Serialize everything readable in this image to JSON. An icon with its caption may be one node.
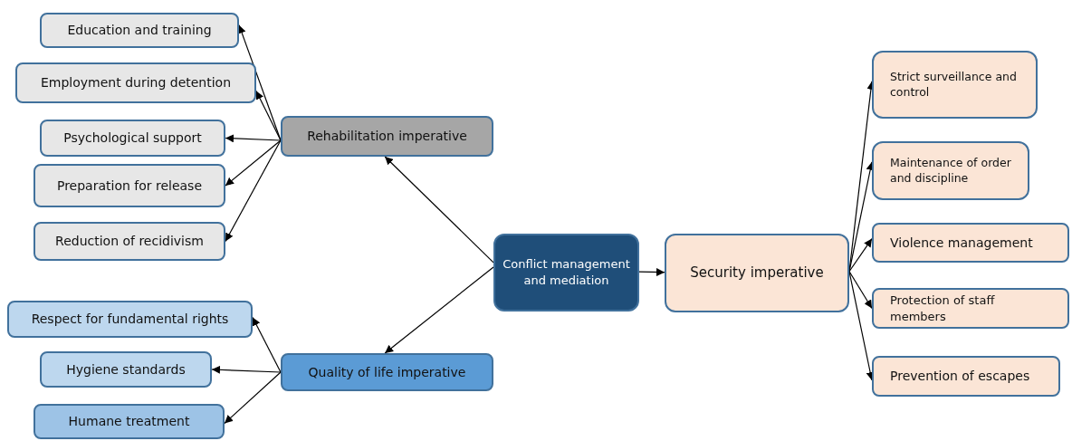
{
  "diagram": {
    "nodes": [
      {
        "text": [
          "Conflict management and mediation"
        ]
      },
      {
        "text": [
          "Rehabilitation imperative"
        ]
      },
      {
        "text": [
          "Education and training"
        ]
      },
      {
        "text": [
          "Employment during detention"
        ]
      },
      {
        "text": [
          "Psychological support"
        ]
      },
      {
        "text": [
          "Preparation for release"
        ]
      },
      {
        "text": [
          "Reduction of recidivism"
        ]
      },
      {
        "text": [
          "Quality of life imperative"
        ]
      },
      {
        "text": [
          "Respect for fundamental rights"
        ]
      },
      {
        "text": [
          "Hygiene standards"
        ]
      },
      {
        "text": [
          "Humane treatment"
        ]
      },
      {
        "text": [
          "Security imperative"
        ]
      },
      {
        "text": [
          "Strict surveillance and control"
        ]
      },
      {
        "text": [
          "Maintenance of order and discipline"
        ]
      },
      {
        "text": [
          "Violence management"
        ]
      },
      {
        "text": [
          "Protection of staff members"
        ]
      },
      {
        "text": [
          "Prevention of escapes"
        ]
      }
    ],
    "edges": [
      {
        "from": 0,
        "to": 1,
        "arrow": "to"
      },
      {
        "from": 0,
        "to": 7,
        "arrow": "to"
      },
      {
        "from": 0,
        "to": 11,
        "arrow": "to"
      },
      {
        "from": 1,
        "to": 2,
        "arrow": "to"
      },
      {
        "from": 1,
        "to": 3,
        "arrow": "to"
      },
      {
        "from": 1,
        "to": 4,
        "arrow": "to"
      },
      {
        "from": 1,
        "to": 5,
        "arrow": "to"
      },
      {
        "from": 1,
        "to": 6,
        "arrow": "to"
      },
      {
        "from": 7,
        "to": 8,
        "arrow": "to"
      },
      {
        "from": 7,
        "to": 9,
        "arrow": "to"
      },
      {
        "from": 7,
        "to": 10,
        "arrow": "to"
      },
      {
        "from": 11,
        "to": 12,
        "arrow": "to"
      },
      {
        "from": 11,
        "to": 13,
        "arrow": "to"
      },
      {
        "from": 11,
        "to": 14,
        "arrow": "to"
      },
      {
        "from": 11,
        "to": 15,
        "arrow": "to"
      },
      {
        "from": 11,
        "to": 16,
        "arrow": "to"
      }
    ]
  }
}
